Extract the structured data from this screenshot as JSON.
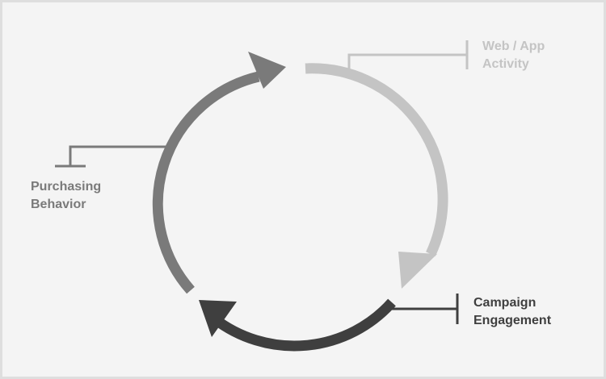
{
  "cycle": {
    "stages": [
      {
        "id": "web",
        "label_lines": [
          "Web / App",
          "Activity"
        ],
        "color": "#c4c4c4"
      },
      {
        "id": "campaign",
        "label_lines": [
          "Campaign",
          "Engagement"
        ],
        "color": "#3f3f3f"
      },
      {
        "id": "purchasing",
        "label_lines": [
          "Purchasing",
          "Behavior"
        ],
        "color": "#7a7a7a"
      }
    ]
  }
}
